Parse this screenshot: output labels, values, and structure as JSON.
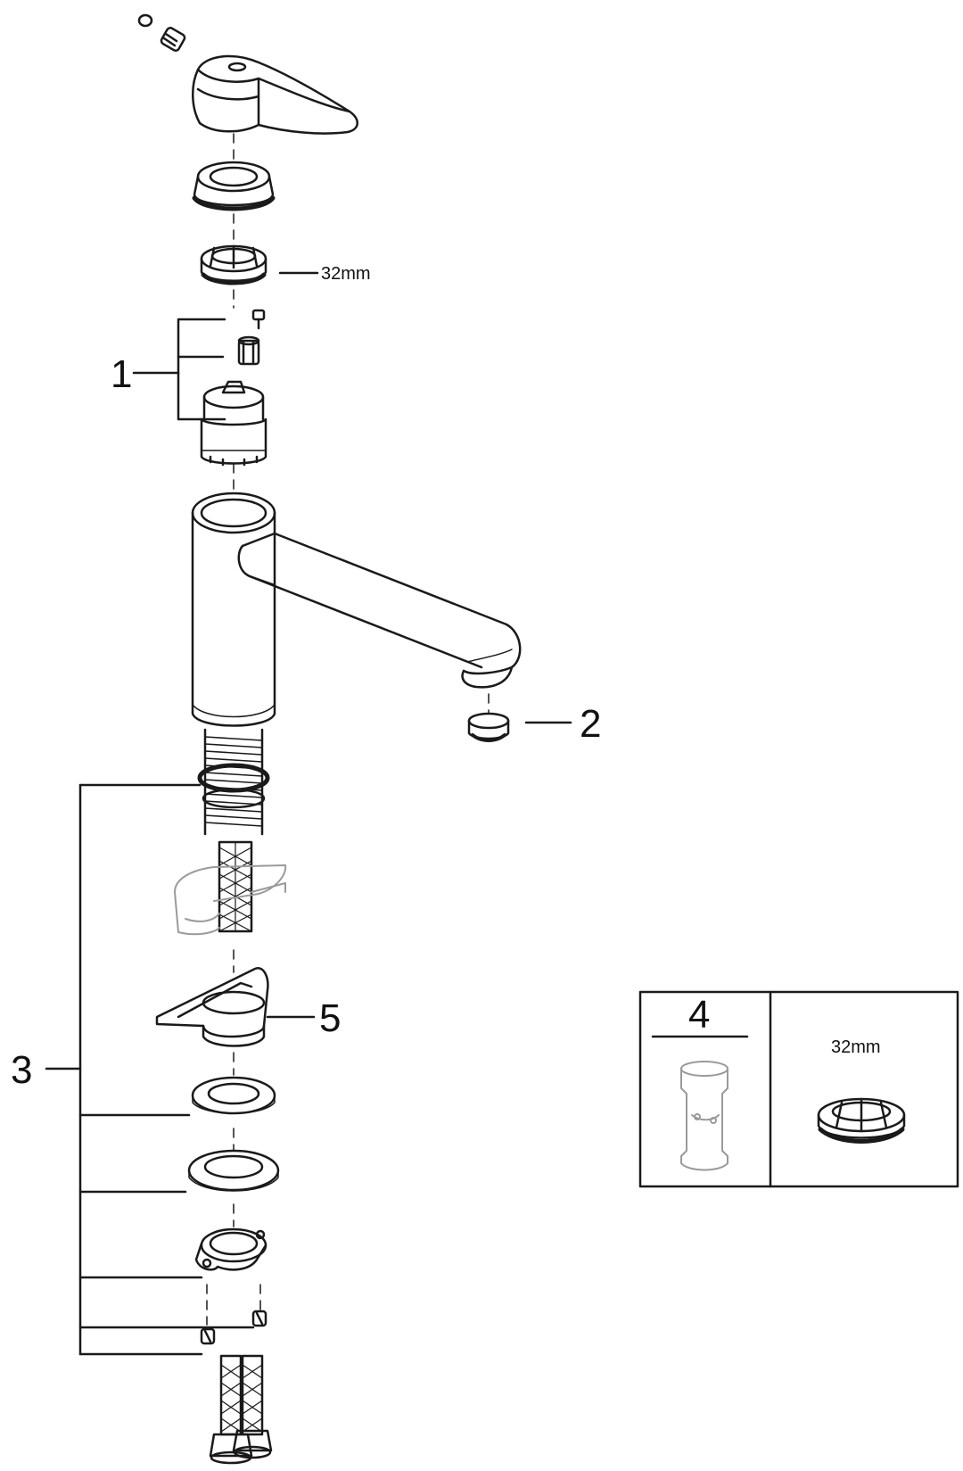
{
  "callouts": {
    "cartridge_assembly": "1",
    "aerator": "2",
    "mounting_kit": "3",
    "extension_part": "4",
    "hose_guide": "5"
  },
  "dimensions": {
    "main_nut": "32mm",
    "spare_nut": "32mm"
  },
  "colors": {
    "line": "#1a1a1a",
    "faded_line": "#9a9a9a",
    "background": "#ffffff"
  }
}
